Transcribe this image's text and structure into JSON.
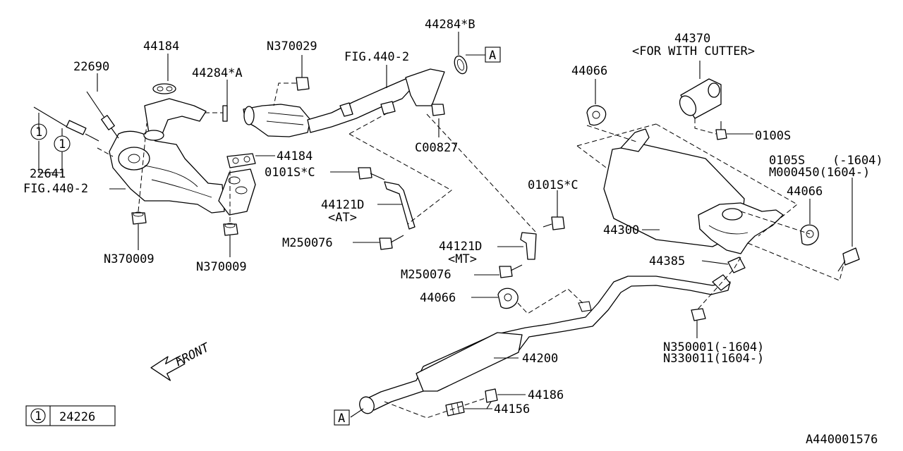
{
  "labels": {
    "p22690": "22690",
    "p44184_top": "44184",
    "p44284a": "44284*A",
    "n370029": "N370029",
    "fig440_top": "FIG.440-2",
    "p44284b": "44284*B",
    "ref_a_top": "A",
    "p44370": "44370",
    "with_cutter": "<FOR WITH CUTTER>",
    "p44066_top": "44066",
    "c00827": "C00827",
    "p0100s": "0100S",
    "p0105s": "0105S",
    "p0105s_range": "(-1604)",
    "m000450": "M000450(1604-)",
    "callout_1a": "1",
    "callout_1b": "1",
    "p22641": "22641",
    "fig440_left": "FIG.440-2",
    "p44184_mid": "44184",
    "p0101sc_left": "0101S*C",
    "p44121d_at": "44121D",
    "at_note": "<AT>",
    "m250076_left": "M250076",
    "n370009_left": "N370009",
    "n370009_right": "N370009",
    "p0101sc_right": "0101S*C",
    "p44121d_mt": "44121D",
    "mt_note": "<MT>",
    "m250076_right": "M250076",
    "p44066_right": "44066",
    "p44300": "44300",
    "p44385": "44385",
    "p44066_mid": "44066",
    "n350001": "N350001(-1604)",
    "n330011": "N330011(1604-)",
    "front": "FRONT",
    "p44200": "44200",
    "p44186": "44186",
    "p44156": "44156",
    "ref_a_bottom": "A",
    "legend_num": "1",
    "legend_part": "24226",
    "diagram_id": "A440001576"
  }
}
